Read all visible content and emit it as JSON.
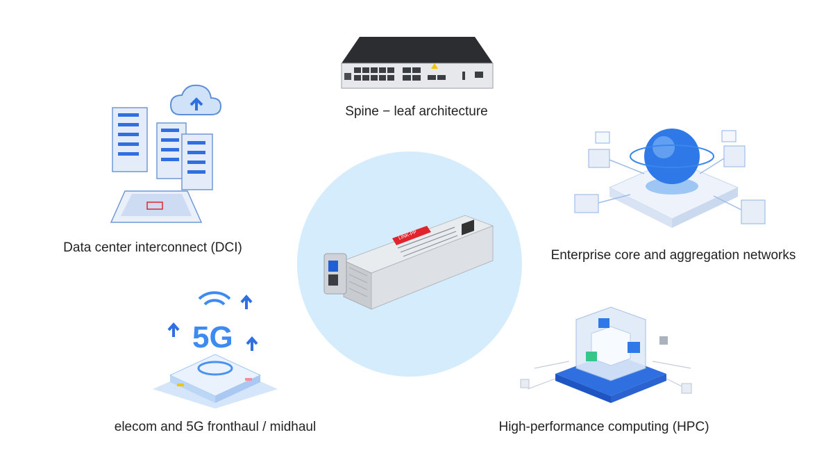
{
  "center": {
    "module_brand": "LINK-PP"
  },
  "applications": {
    "spine_leaf": {
      "label": "Spine − leaf architecture",
      "icon": "switch-icon"
    },
    "dci": {
      "label": "Data center interconnect (DCI)",
      "icon": "servers-cloud-icon"
    },
    "enterprise": {
      "label": "Enterprise core and aggregation networks",
      "icon": "globe-network-icon"
    },
    "telecom_5g": {
      "label": "elecom and 5G fronthaul / midhaul",
      "icon": "5g-tower-icon",
      "badge": "5G"
    },
    "hpc": {
      "label": "High-performance computing (HPC)",
      "icon": "compute-cube-icon"
    }
  },
  "colors": {
    "center_circle": "#d4ecfb",
    "accent_blue": "#2f6fe0",
    "light_blue": "#9ec6f4",
    "module_red": "#e0242e",
    "device_dark": "#2b2d30"
  }
}
